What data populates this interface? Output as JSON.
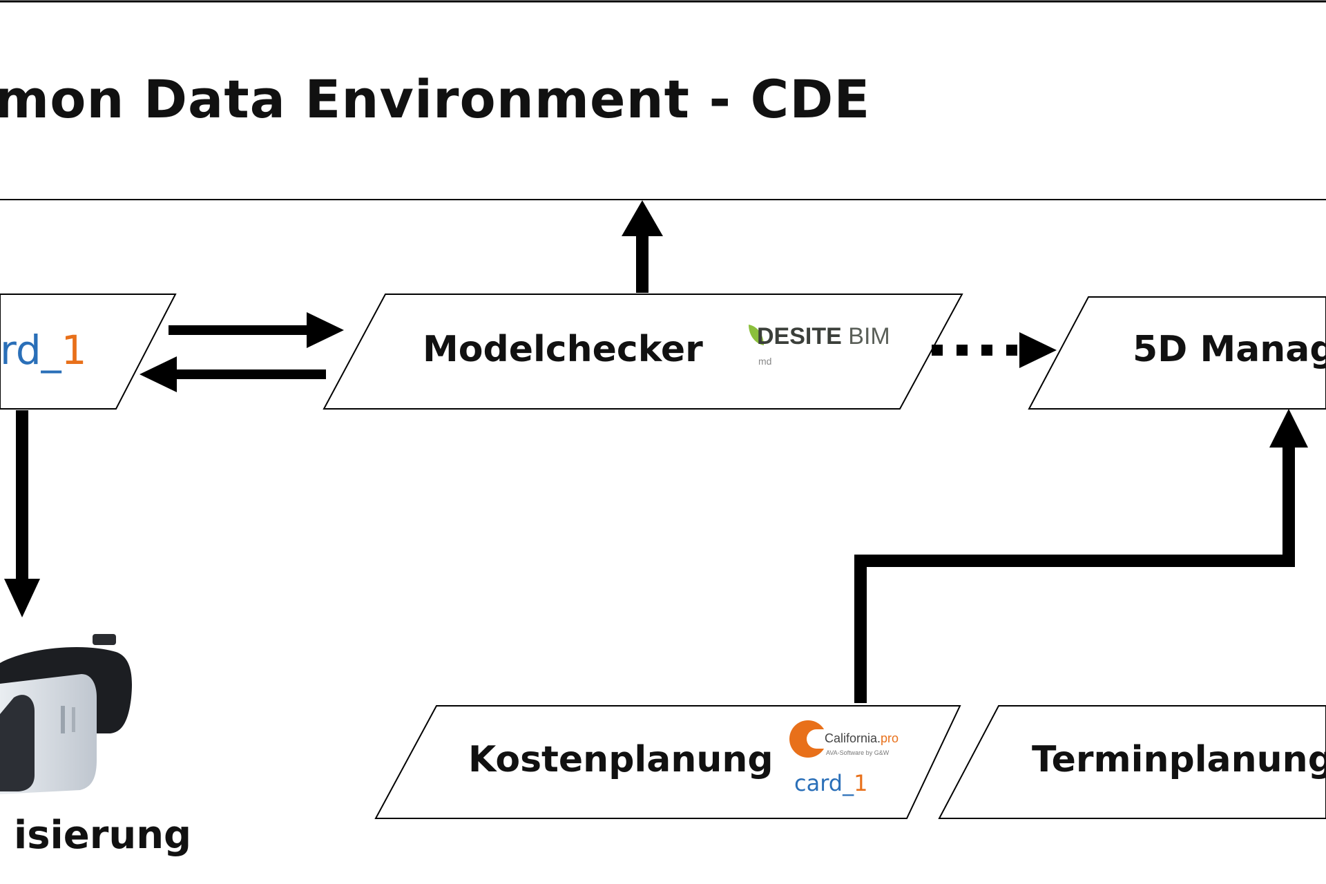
{
  "title": "mon Data Environment - CDE",
  "boxes": {
    "left_logo": "rd_",
    "left_logo_suffix": "1",
    "modelchecker": "Modelchecker",
    "five_d": "5D Manag",
    "kostenplanung": "Kostenplanung",
    "terminplanung": "Terminplanung",
    "visualisierung": "isierung"
  },
  "logos": {
    "desite": "DESITE",
    "desite_bim": "BIM",
    "desite_sub": "md",
    "california": "California.",
    "california_pro": "pro",
    "california_sub": "AVA-Software by G&W",
    "card": "card_",
    "card_suffix": "1"
  },
  "icons": {
    "vr_headset": "vr-headset-icon",
    "desite_leaf": "desite-leaf-icon",
    "california_c": "california-c-icon"
  },
  "colors": {
    "stroke": "#000000",
    "card_blue": "#2a6fb8",
    "accent_orange": "#e8701a",
    "desite_green": "#8bbf3c"
  }
}
